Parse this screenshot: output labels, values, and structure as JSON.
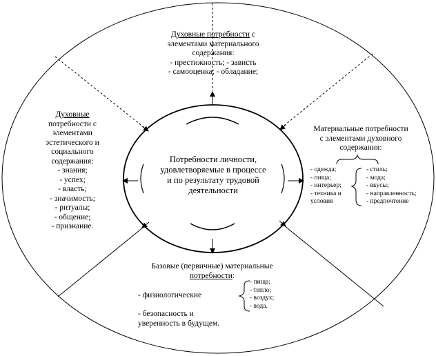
{
  "top": {
    "title_underlined": "Духовные потребности",
    "title_rest": " с",
    "lines": [
      "элементами материального",
      "содержания:",
      "- престижность; - зависть",
      "- самооценка; - обладание;"
    ]
  },
  "left": {
    "title_underlined": "Духовные",
    "lines": [
      "потребности с",
      "элементами",
      "эстетического и",
      "социального",
      "содержания:",
      "- знания;",
      "- успех;",
      "- власть;",
      "- значимость;",
      "- ритуалы;",
      "- общение;",
      "- признание."
    ]
  },
  "center": {
    "lines": [
      "Потребности личности,",
      "удовлетворяемые в процессе",
      "и по результату трудовой",
      "деятельности"
    ]
  },
  "right": {
    "title_lines": [
      "Материальные потребности",
      "с элементами духовного",
      "содержания:"
    ],
    "list_a": [
      "- одежда;",
      "- пища;",
      "- интерьер;",
      "- техника и",
      "условия"
    ],
    "list_b": [
      "- стиль;",
      "- мода;",
      "- вкусы;",
      "- направленность;",
      "- предпочтение"
    ]
  },
  "bottom": {
    "title_line1": "Базовые (первичные) материальные",
    "title_underlined": "потребности",
    "title_colon": ":",
    "item_physiological": "- физиологические",
    "sub_items": [
      "- пища;",
      "- тепло;",
      "- воздух;",
      "- вода."
    ],
    "safety_lines": [
      "- безопасность и",
      "уверенность в будущем."
    ]
  }
}
